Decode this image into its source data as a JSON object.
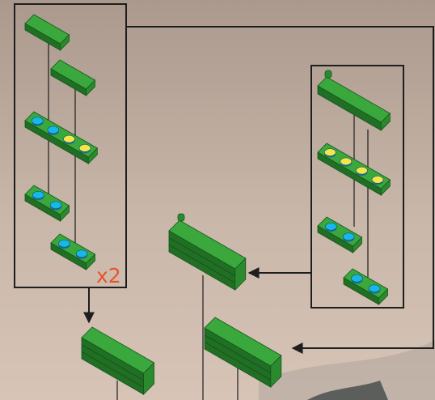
{
  "diagram": {
    "title": "",
    "multiplier_label": "x2",
    "colors": {
      "brick_top": "#3aa83c",
      "brick_side": "#2c8a2e",
      "brick_front": "#216f24",
      "stud_blue": "#19b6e8",
      "stud_yellow": "#f2e64a",
      "multiplier": "#e8532d",
      "frame": "#1e1e1e",
      "sky_top": "#aa998c",
      "sky_bottom": "#d7c4b6"
    },
    "groups": [
      {
        "name": "left-sub-assembly",
        "repeat": 2
      },
      {
        "name": "right-sub-assembly",
        "repeat": 1
      }
    ],
    "parts": [
      {
        "name": "plate-1x2-smooth",
        "group": "left-sub-assembly"
      },
      {
        "name": "plate-1x2-smooth",
        "group": "left-sub-assembly"
      },
      {
        "name": "plate-1x4",
        "group": "left-sub-assembly",
        "studs": [
          "blue",
          "blue",
          "yellow",
          "yellow"
        ]
      },
      {
        "name": "plate-1x2",
        "group": "left-sub-assembly",
        "studs": [
          "blue",
          "blue"
        ]
      },
      {
        "name": "plate-1x2",
        "group": "left-sub-assembly",
        "studs": [
          "blue",
          "blue"
        ]
      },
      {
        "name": "plate-1x4-with-clip",
        "group": "right-sub-assembly"
      },
      {
        "name": "plate-1x4",
        "group": "right-sub-assembly",
        "studs": [
          "yellow",
          "yellow",
          "yellow",
          "yellow"
        ]
      },
      {
        "name": "plate-1x2",
        "group": "right-sub-assembly",
        "studs": [
          "blue",
          "blue"
        ]
      },
      {
        "name": "plate-1x2",
        "group": "right-sub-assembly",
        "studs": [
          "blue",
          "blue"
        ]
      }
    ],
    "assemblies": [
      {
        "name": "left-stack-result",
        "from": "left-sub-assembly"
      },
      {
        "name": "center-stack-with-clip",
        "from": "right-sub-assembly"
      },
      {
        "name": "center-lower-stack",
        "from": "left-sub-assembly"
      }
    ]
  }
}
